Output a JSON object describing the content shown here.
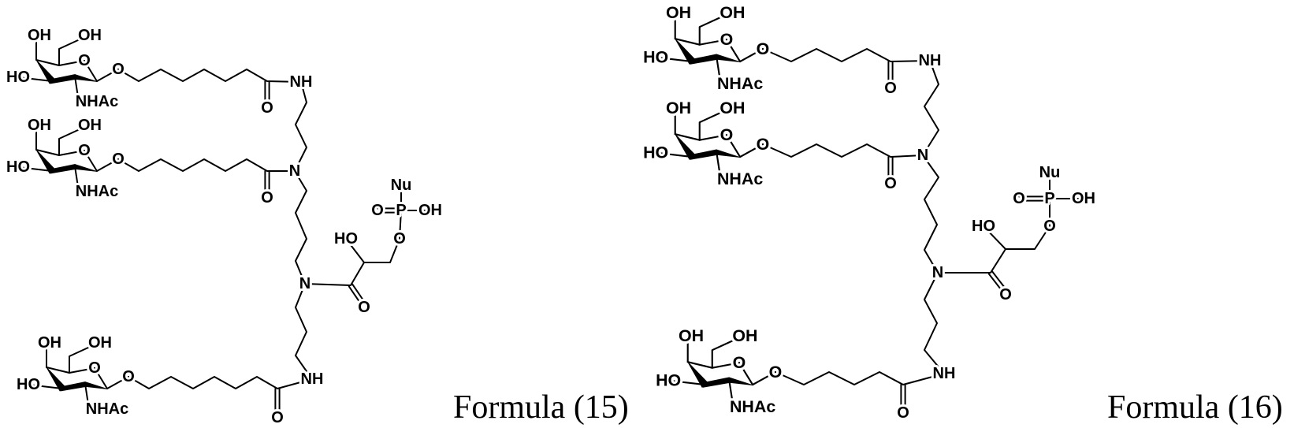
{
  "formulas": [
    {
      "label": "Formula (15)"
    },
    {
      "label": "Formula (16)"
    }
  ],
  "atoms": {
    "hydroxyl": "OH",
    "hydroxyl_left": "HO",
    "acetamido": "NHAc",
    "oxygen": "O",
    "amide_nh": "NH",
    "nitrogen": "N",
    "nucleophile": "Nu",
    "phosphorus": "P"
  },
  "colors": {
    "ink": "#000000",
    "background": "#ffffff"
  }
}
